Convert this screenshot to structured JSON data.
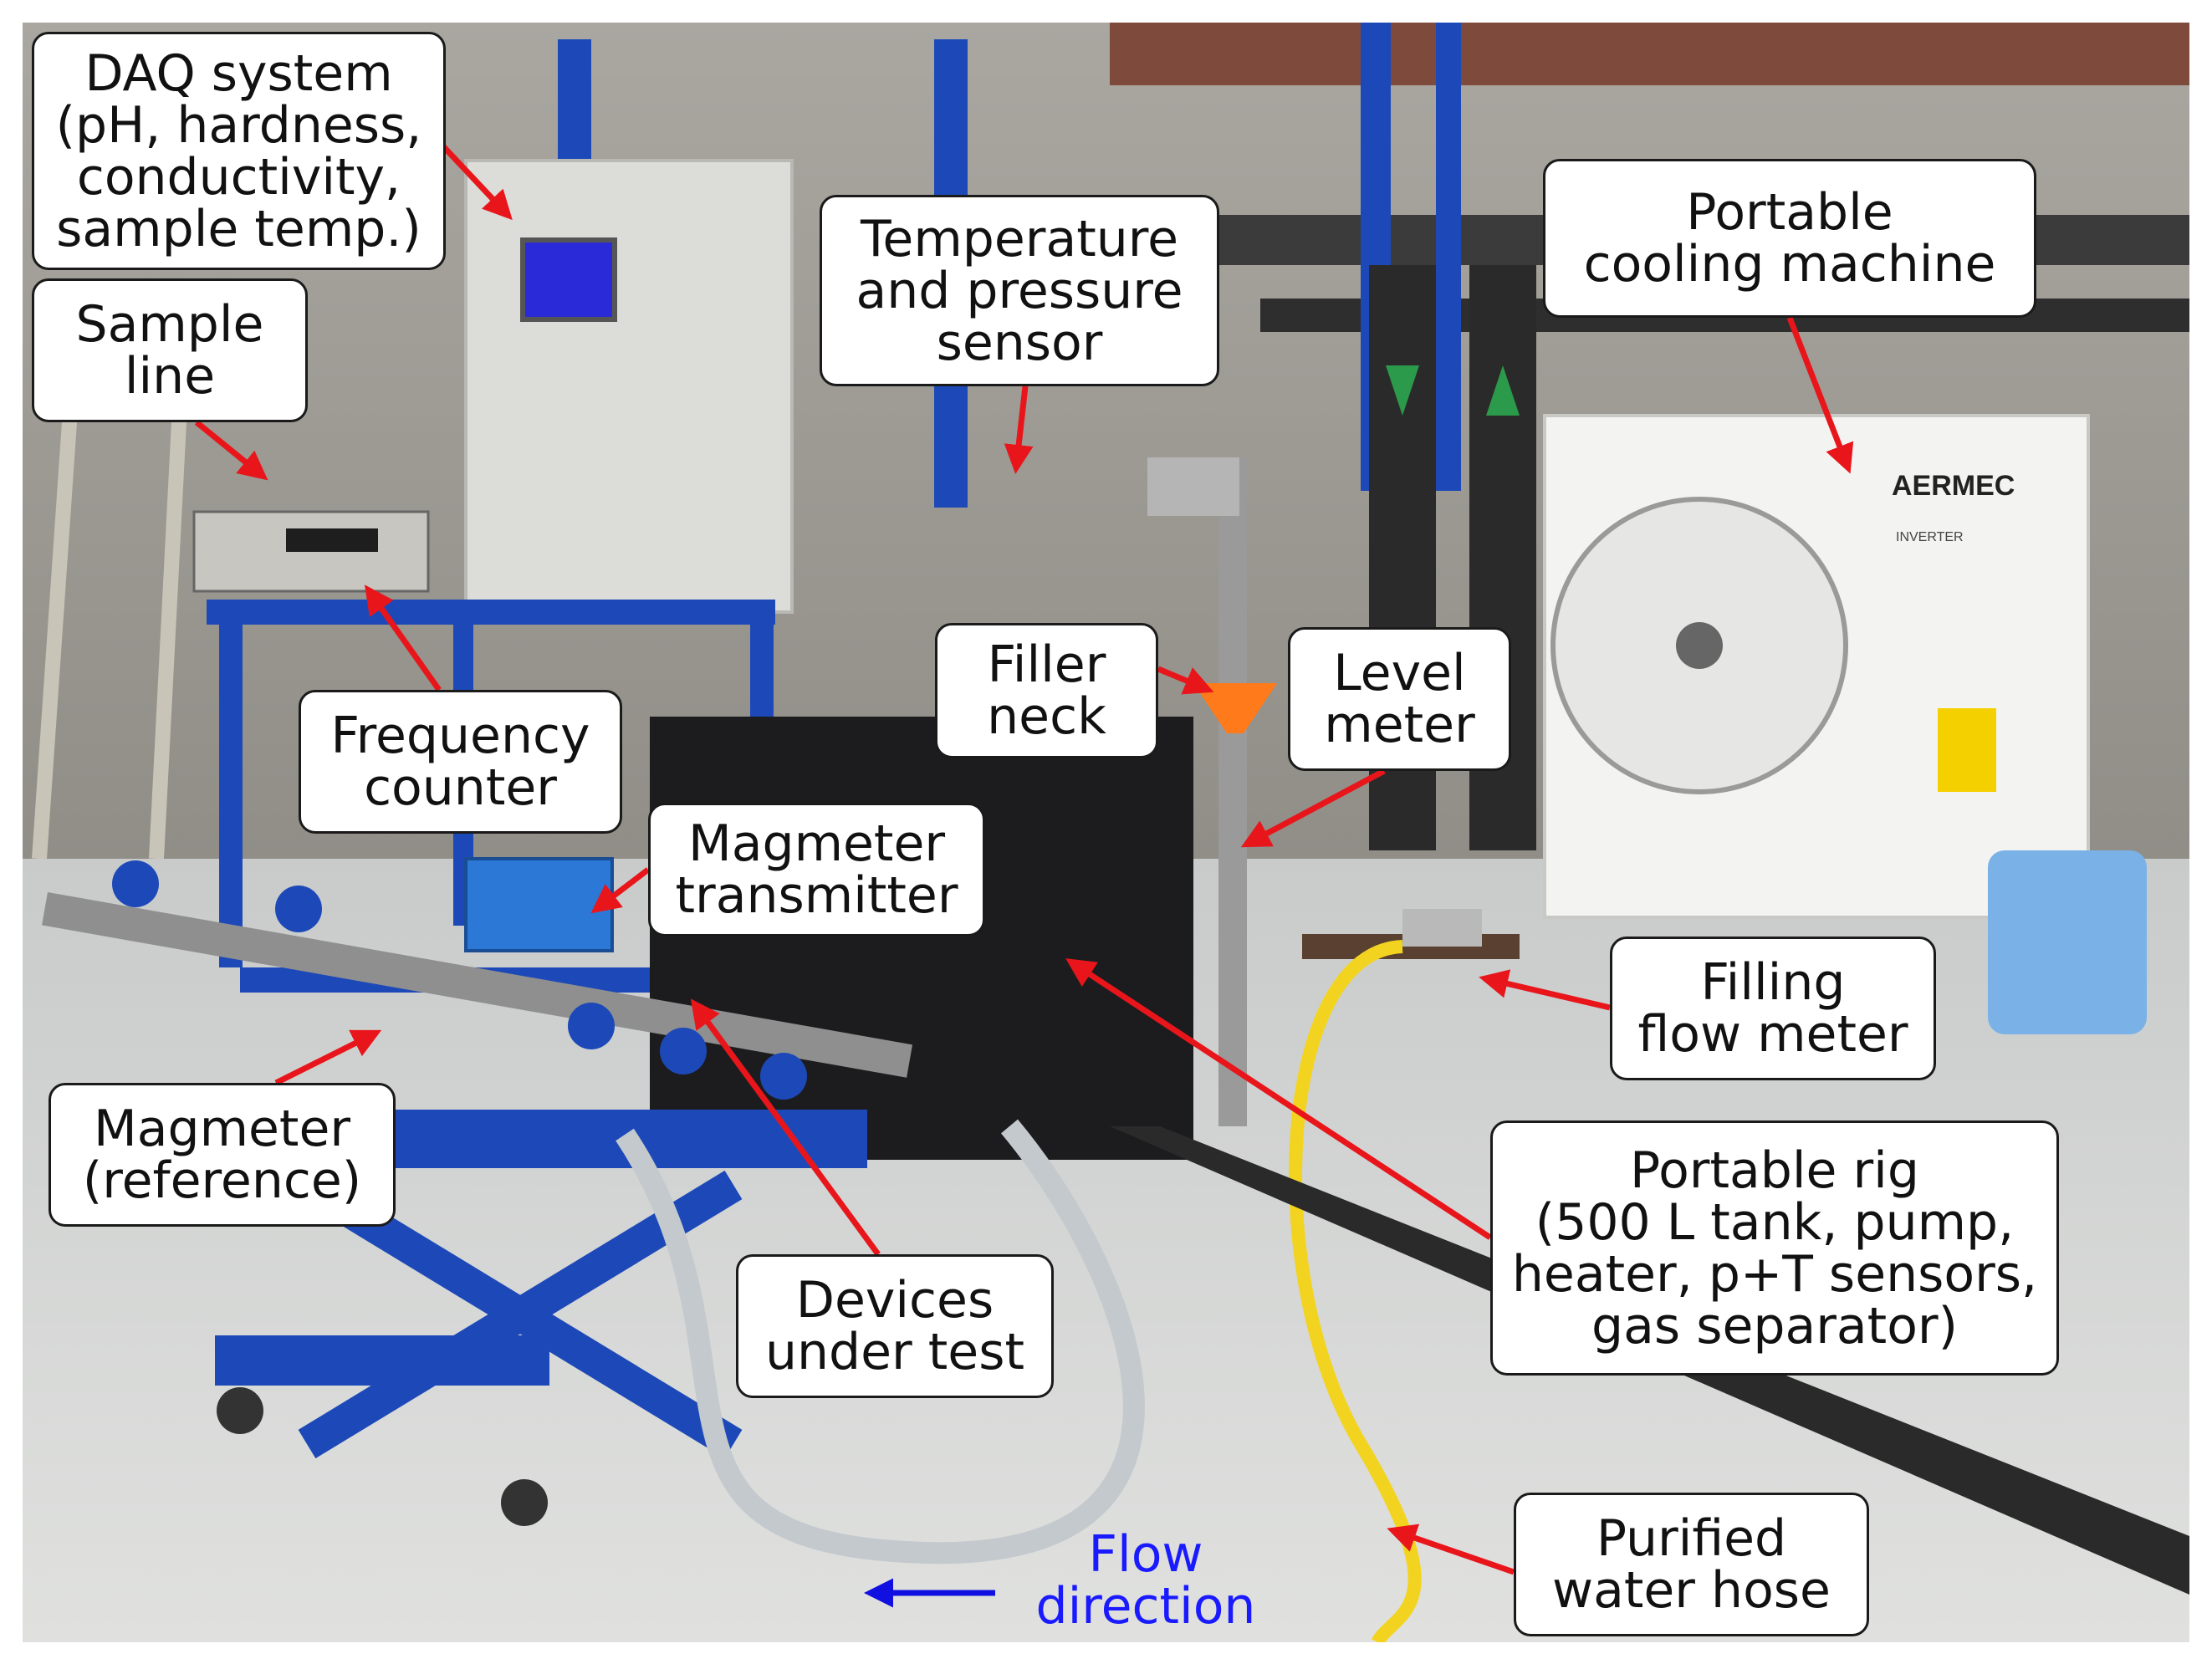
{
  "callouts": {
    "daq_system": "DAQ system\n(pH, hardness,\nconductivity,\nsample temp.)",
    "sample_line": "Sample\nline",
    "frequency_counter": "Frequency\ncounter",
    "magmeter_transmitter": "Magmeter\ntransmitter",
    "magmeter_reference": "Magmeter\n(reference)",
    "devices_under_test": "Devices\nunder test",
    "temperature_pressure_sensor": "Temperature\nand pressure\nsensor",
    "filler_neck": "Filler\nneck",
    "level_meter": "Level\nmeter",
    "portable_cooling_machine": "Portable\ncooling machine",
    "filling_flow_meter": "Filling\nflow meter",
    "portable_rig": "Portable rig\n(500 L tank, pump,\nheater, p+T sensors,\ngas separator)",
    "purified_water_hose": "Purified\nwater hose"
  },
  "flow": {
    "label": "Flow\ndirection"
  },
  "photo_text": {
    "brand_logo": "AERMEC",
    "inverter_badge": "INVERTER"
  },
  "colors": {
    "callout_arrow": "#e8161b",
    "flow_arrow": "#1010e0",
    "flow_text": "#1a1aff",
    "rack_blue": "#1d49b8",
    "tank_black": "#1c1c1e",
    "cabinet_grey": "#dcdcd8",
    "hose_yellow": "#f2d420",
    "funnel_orange": "#ff7a1a"
  }
}
